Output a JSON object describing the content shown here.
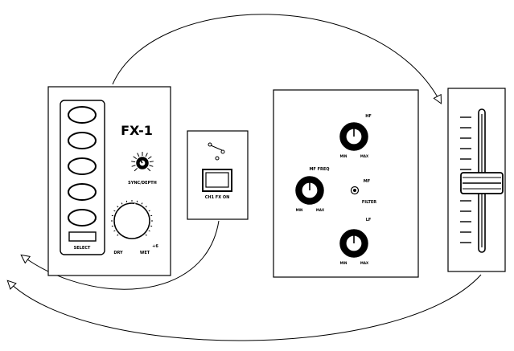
{
  "fx_unit": {
    "title": "FX-1",
    "knob_small_label": "SYNC/DEPTH",
    "select_label": "SELECT",
    "dry_label": "DRY",
    "wet_label": "WET",
    "wet_suffix": "+6",
    "pad_count": 5
  },
  "fx_switch": {
    "label": "CH1 FX ON"
  },
  "eq_unit": {
    "hf_label": "HF",
    "mf_label": "MF",
    "mf_freq_label": "MF FREQ",
    "lf_label": "LF",
    "filter_label": "FILTER",
    "min_label": "MIN",
    "max_label": "MAX"
  },
  "fader_unit": {
    "tick_count": 13
  }
}
